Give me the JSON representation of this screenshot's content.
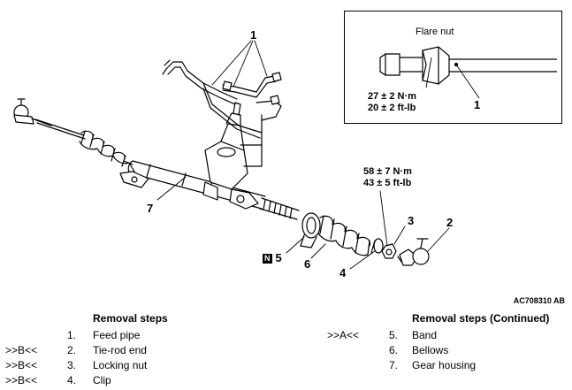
{
  "callouts": {
    "c1": "1",
    "c2": "2",
    "c3": "3",
    "c4": "4",
    "c5": "5",
    "c6": "6",
    "c7": "7",
    "c5_badge": "N"
  },
  "torque_main": {
    "line1": "58 ± 7 N·m",
    "line2": "43 ± 5 ft-lb"
  },
  "inset": {
    "title": "Flare nut",
    "torque_line1": "27 ± 2 N·m",
    "torque_line2": "20 ± 2 ft-lb",
    "callout": "1"
  },
  "figure_code": "AC708310 AB",
  "steps_left": {
    "heading": "Removal steps",
    "rows": [
      {
        "ref": "",
        "num": "1.",
        "name": "Feed pipe"
      },
      {
        "ref": ">>B<<",
        "num": "2.",
        "name": "Tie-rod end"
      },
      {
        "ref": ">>B<<",
        "num": "3.",
        "name": "Locking nut"
      },
      {
        "ref": ">>B<<",
        "num": "4.",
        "name": "Clip"
      }
    ]
  },
  "steps_right": {
    "heading": "Removal steps (Continued)",
    "rows": [
      {
        "ref": ">>A<<",
        "num": "5.",
        "name": "Band"
      },
      {
        "ref": "",
        "num": "6.",
        "name": "Bellows"
      },
      {
        "ref": "",
        "num": "7.",
        "name": "Gear housing"
      }
    ]
  }
}
